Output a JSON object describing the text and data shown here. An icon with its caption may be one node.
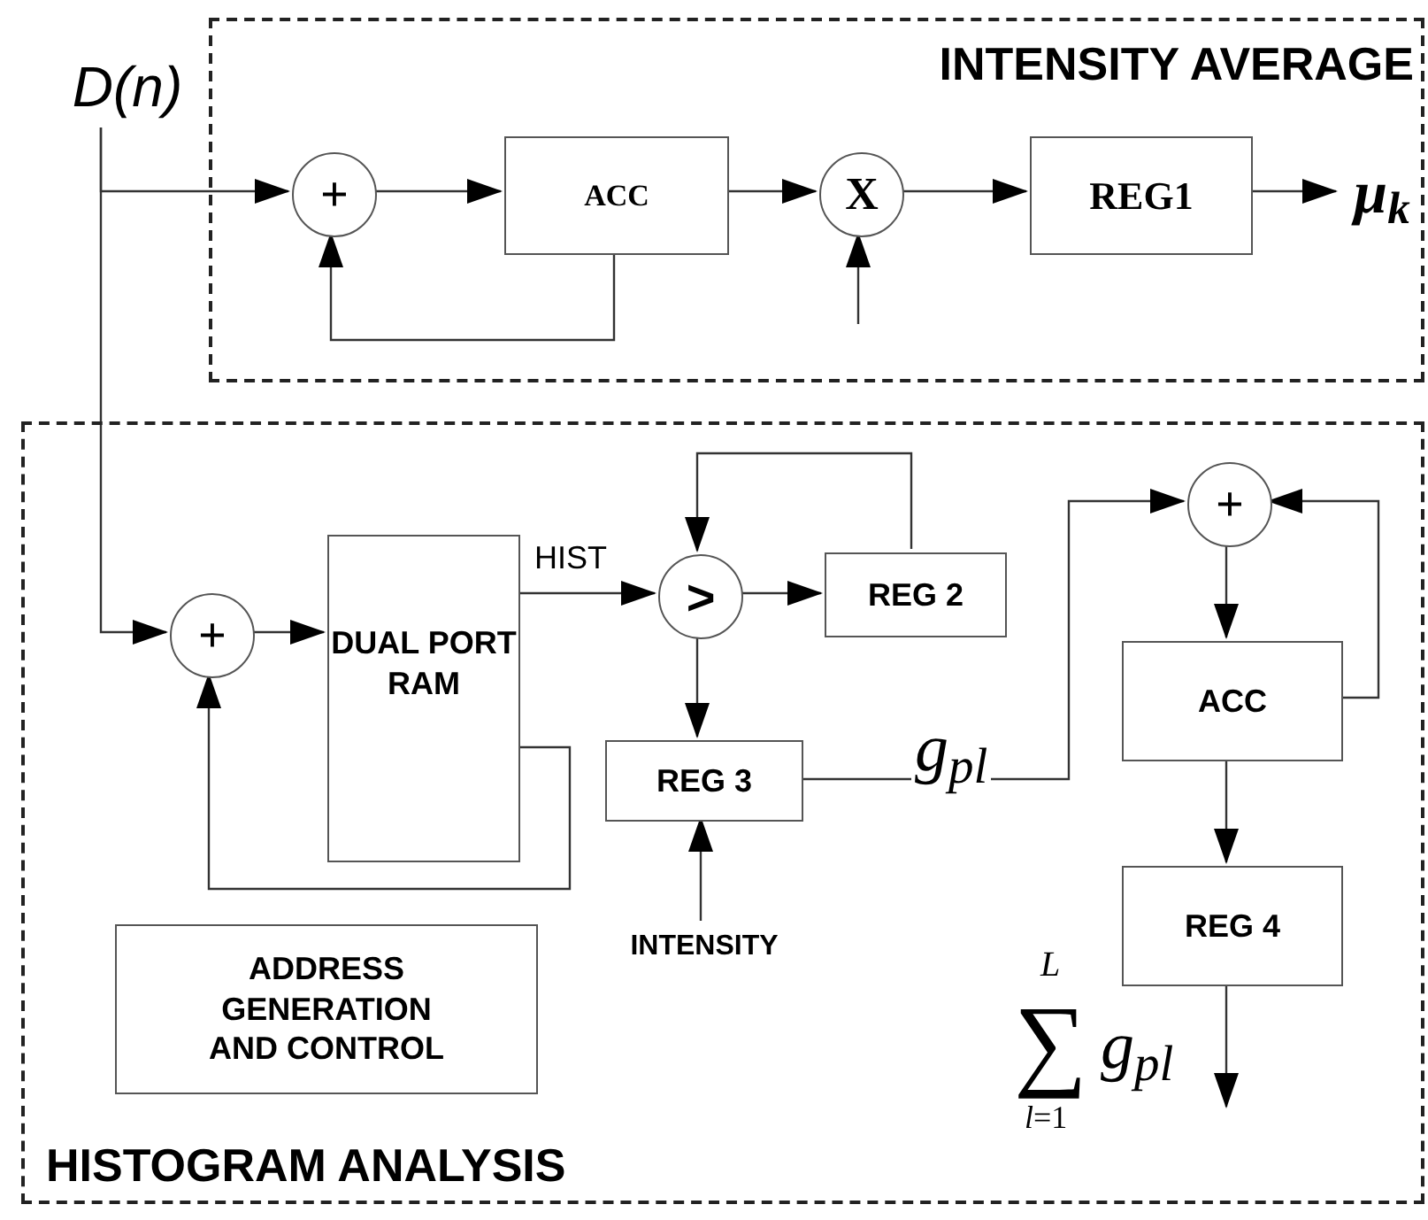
{
  "diagram": {
    "nodes": [
      {
        "text": [
          "INTENSITY AVERAGE"
        ]
      },
      {
        "text": [
          "D(n)"
        ]
      },
      {
        "text": [
          "+"
        ],
        "in": 0
      },
      {
        "text": [
          "ACC"
        ],
        "in": 0
      },
      {
        "text": [
          "X"
        ],
        "in": 0
      },
      {
        "text": [
          "REG1"
        ],
        "in": 0
      },
      {
        "text": [
          "μ$_{k}$"
        ],
        "in": 0
      },
      {
        "text": [
          "HISTOGRAM ANALYSIS"
        ]
      },
      {
        "text": [
          "+"
        ],
        "in": 7
      },
      {
        "text": [
          "DUAL PORT RAM"
        ],
        "in": 7
      },
      {
        "text": [
          ">"
        ],
        "in": 7
      },
      {
        "text": [
          "REG 2"
        ],
        "in": 7
      },
      {
        "text": [
          "REG 3"
        ],
        "in": 7
      },
      {
        "text": [
          "INTENSITY"
        ],
        "in": 7
      },
      {
        "text": [
          "+"
        ],
        "in": 7
      },
      {
        "text": [
          "ACC"
        ],
        "in": 7
      },
      {
        "text": [
          "REG 4"
        ],
        "in": 7
      },
      {
        "text": [
          "ADDRESS GENERATION AND CONTROL"
        ],
        "in": 7
      }
    ],
    "edges": [
      {
        "from": 1,
        "to": 2,
        "arrow": "to"
      },
      {
        "from": 2,
        "to": 3,
        "arrow": "to"
      },
      {
        "from": 3,
        "to": 2,
        "arrow": "to"
      },
      {
        "from": 3,
        "to": 4,
        "arrow": "to"
      },
      {
        "from": null,
        "to": 4,
        "arrow": "to"
      },
      {
        "from": 4,
        "to": 5,
        "arrow": "to"
      },
      {
        "from": 5,
        "to": 6,
        "arrow": "to"
      },
      {
        "from": 1,
        "to": 8,
        "arrow": "to"
      },
      {
        "from": 8,
        "to": 9,
        "arrow": "to"
      },
      {
        "from": 9,
        "to": 8,
        "arrow": "to"
      },
      {
        "from": 9,
        "to": 10,
        "arrow": "to",
        "label": "HIST"
      },
      {
        "from": 10,
        "to": 11,
        "arrow": "to"
      },
      {
        "from": 11,
        "to": 10,
        "arrow": "to"
      },
      {
        "from": 10,
        "to": 12,
        "arrow": "to"
      },
      {
        "from": 13,
        "to": 12,
        "arrow": "to"
      },
      {
        "from": 12,
        "to": 14,
        "arrow": "to",
        "label": "g$_{pl}$"
      },
      {
        "from": 14,
        "to": 15,
        "arrow": "to"
      },
      {
        "from": 15,
        "to": 14,
        "arrow": "to"
      },
      {
        "from": 15,
        "to": 16,
        "arrow": "to"
      },
      {
        "from": 16,
        "to": null,
        "arrow": "to"
      }
    ],
    "labels": [
      "L",
      "∑",
      "g$_{pl}$",
      "*l*=1"
    ]
  }
}
